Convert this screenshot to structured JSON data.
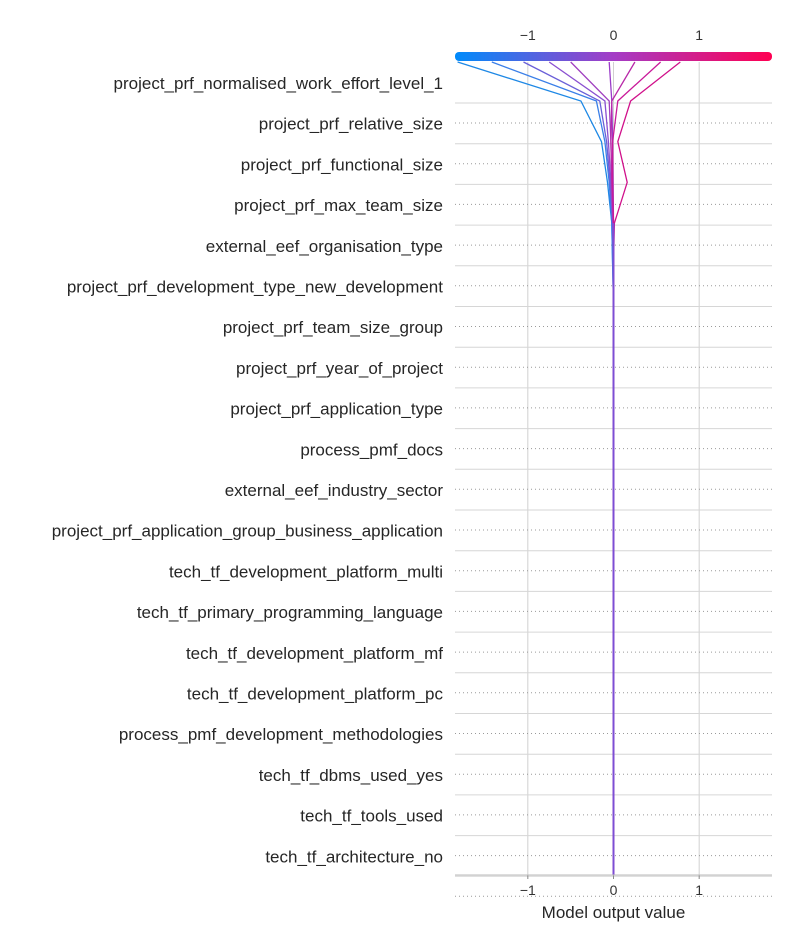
{
  "chart_data": {
    "type": "line",
    "subtype": "shap-decision-plot",
    "xlabel": "Model output value",
    "xlim": [
      -1.85,
      1.85
    ],
    "xticks": [
      -1,
      0,
      1
    ],
    "xtick_labels": [
      "−1",
      "0",
      "1"
    ],
    "colorbar": {
      "position": "top",
      "colors": [
        "#008bfb",
        "#ff0052"
      ]
    },
    "features": [
      "project_prf_normalised_work_effort_level_1",
      "project_prf_relative_size",
      "project_prf_functional_size",
      "project_prf_max_team_size",
      "external_eef_organisation_type",
      "project_prf_development_type_new_development",
      "project_prf_team_size_group",
      "project_prf_year_of_project",
      "project_prf_application_type",
      "process_pmf_docs",
      "external_eef_industry_sector",
      "project_prf_application_group_business_application",
      "tech_tf_development_platform_multi",
      "tech_tf_primary_programming_language",
      "tech_tf_development_platform_mf",
      "tech_tf_development_platform_pc",
      "process_pmf_development_methodologies",
      "tech_tf_dbms_used_yes",
      "tech_tf_tools_used",
      "tech_tf_architecture_no"
    ],
    "base_value": 0.0,
    "series": [
      {
        "color": "#1e88e5",
        "values": [
          -1.82,
          -0.38,
          -0.14,
          -0.07,
          -0.02,
          -0.01,
          0,
          0,
          0,
          0,
          0,
          0,
          0,
          0,
          0,
          0,
          0,
          0,
          0,
          0,
          0
        ]
      },
      {
        "color": "#3a7fe8",
        "values": [
          -1.42,
          -0.2,
          -0.1,
          -0.05,
          -0.02,
          -0.01,
          0,
          0,
          0,
          0,
          0,
          0,
          0,
          0,
          0,
          0,
          0,
          0,
          0,
          0,
          0
        ]
      },
      {
        "color": "#6a5fd8",
        "values": [
          -1.05,
          -0.16,
          -0.08,
          -0.04,
          -0.01,
          0,
          0,
          0,
          0,
          0,
          0,
          0,
          0,
          0,
          0,
          0,
          0,
          0,
          0,
          0,
          0
        ]
      },
      {
        "color": "#8a4fd0",
        "values": [
          -0.75,
          -0.1,
          -0.06,
          -0.03,
          -0.01,
          0,
          0,
          0,
          0,
          0,
          0,
          0,
          0,
          0,
          0,
          0,
          0,
          0,
          0,
          0,
          0
        ]
      },
      {
        "color": "#a040c0",
        "values": [
          -0.5,
          -0.05,
          -0.03,
          -0.02,
          -0.005,
          0,
          0,
          0,
          0,
          0,
          0,
          0,
          0,
          0,
          0,
          0,
          0,
          0,
          0,
          0,
          0
        ]
      },
      {
        "color": "#9a3cc8",
        "values": [
          -0.05,
          -0.02,
          -0.01,
          -0.005,
          0,
          0,
          0,
          0,
          0,
          0,
          0,
          0,
          0,
          0,
          0,
          0,
          0,
          0,
          0,
          0,
          0
        ]
      },
      {
        "color": "#b828a8",
        "values": [
          0.25,
          -0.02,
          -0.03,
          -0.02,
          0,
          0,
          0,
          0,
          0,
          0,
          0,
          0,
          0,
          0,
          0,
          0,
          0,
          0,
          0,
          0,
          0
        ]
      },
      {
        "color": "#c91a9a",
        "values": [
          0.55,
          0.05,
          -0.01,
          -0.01,
          0,
          0,
          0,
          0,
          0,
          0,
          0,
          0,
          0,
          0,
          0,
          0,
          0,
          0,
          0,
          0,
          0
        ]
      },
      {
        "color": "#d0108a",
        "values": [
          0.78,
          0.2,
          0.05,
          0.16,
          0.01,
          0,
          0,
          0,
          0,
          0,
          0,
          0,
          0,
          0,
          0,
          0,
          0,
          0,
          0,
          0,
          0
        ]
      }
    ]
  }
}
